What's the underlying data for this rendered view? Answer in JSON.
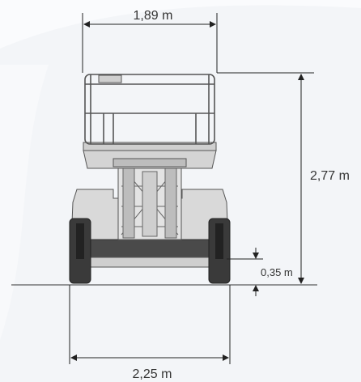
{
  "dimensions": {
    "platform_width": "1,89 m",
    "max_height": "2,77 m",
    "ground_clearance": "0,35 m",
    "overall_width": "2,25 m"
  },
  "colors": {
    "background": "#f3f5f8",
    "machine_body": "#d9d9d9",
    "machine_outline": "#555555",
    "dark_parts": "#3a3a3a",
    "dimension_lines": "#222222"
  }
}
